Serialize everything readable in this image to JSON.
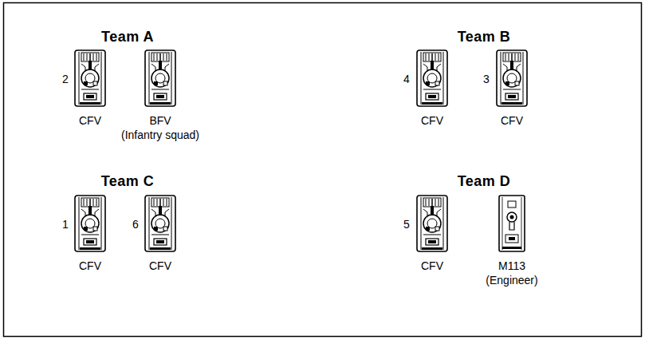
{
  "diagram": {
    "labels": [
      "Team A",
      "2",
      "CFV",
      "BFV",
      "(Infantry squad)",
      "Team B",
      "4",
      "CFV",
      "3",
      "CFV",
      "Team C",
      "1",
      "CFV",
      "6",
      "CFV",
      "Team D",
      "5",
      "CFV",
      "M113",
      "(Engineer)"
    ]
  }
}
